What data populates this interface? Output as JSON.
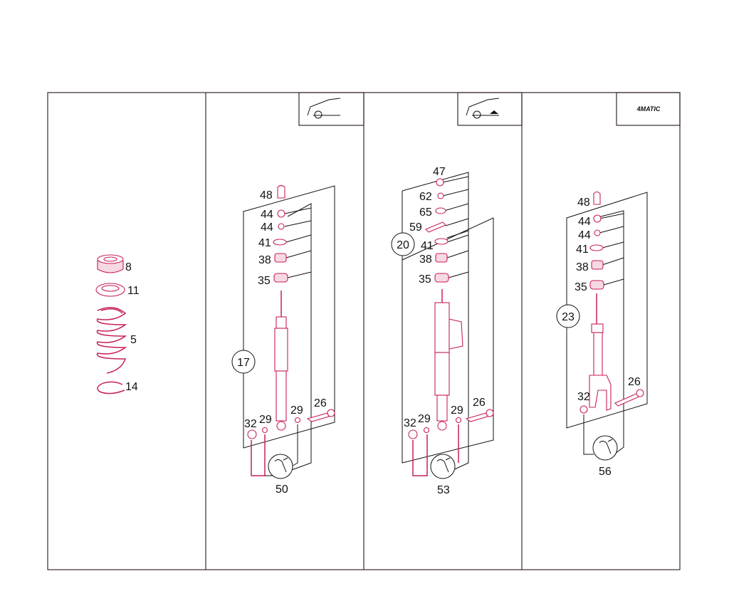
{
  "colors": {
    "part_stroke": "#c8205a",
    "frame": "#3a2a2a",
    "text": "#111111"
  },
  "icons": [
    "vehicle-front-icon",
    "vehicle-lowered-icon",
    "wrench-icon"
  ],
  "badge": {
    "text": "4MATIC"
  },
  "panel1": {
    "labels": {
      "p8": "8",
      "p11": "11",
      "p5": "5",
      "p14": "14"
    }
  },
  "panel2": {
    "labels": {
      "p48": "48",
      "p44a": "44",
      "p44b": "44",
      "p41": "41",
      "p38": "38",
      "p35": "35",
      "p17": "17",
      "p32": "32",
      "p29a": "29",
      "p29b": "29",
      "p26": "26",
      "p50": "50"
    }
  },
  "panel3": {
    "labels": {
      "p47": "47",
      "p62": "62",
      "p65": "65",
      "p59": "59",
      "p20": "20",
      "p41": "41",
      "p38": "38",
      "p35": "35",
      "p32": "32",
      "p29a": "29",
      "p29b": "29",
      "p26": "26",
      "p53": "53"
    }
  },
  "panel4": {
    "labels": {
      "p48": "48",
      "p44a": "44",
      "p44b": "44",
      "p41": "41",
      "p38": "38",
      "p35": "35",
      "p23": "23",
      "p32": "32",
      "p26": "26",
      "p56": "56"
    }
  }
}
